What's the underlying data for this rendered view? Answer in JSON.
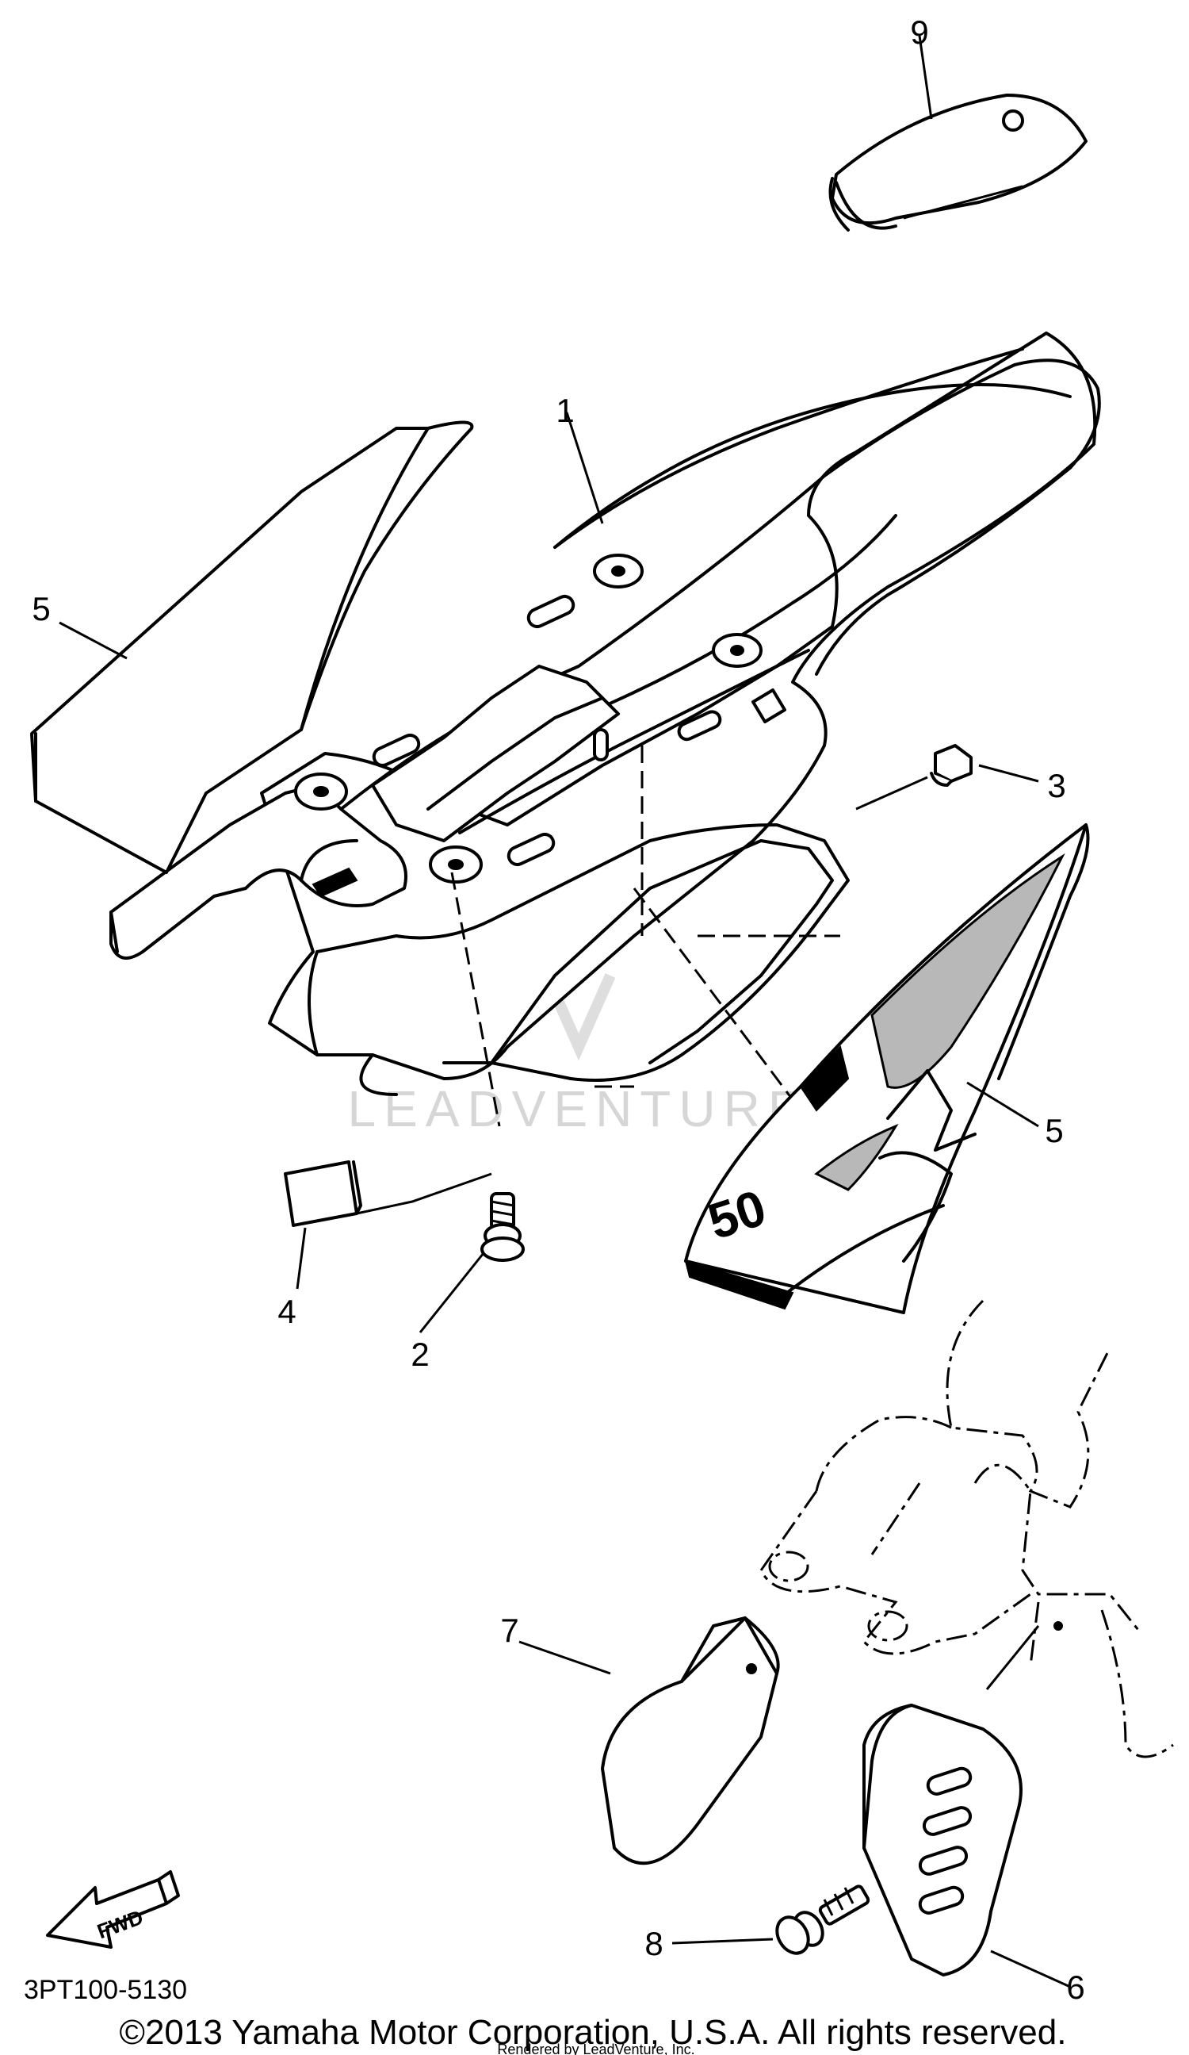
{
  "callouts": {
    "c1": "1",
    "c2": "2",
    "c3": "3",
    "c4": "4",
    "c5a": "5",
    "c5b": "5",
    "c6": "6",
    "c7": "7",
    "c8": "8",
    "c9": "9"
  },
  "decal_number": "50",
  "arrow_label": "FWD",
  "diagram_code": "3PT100-5130",
  "copyright": "©2013 Yamaha Motor Corporation, U.S.A. All rights reserved.",
  "rendered_by": "Rendered by LeadVenture, Inc.",
  "watermark": "LEADVENTURE"
}
